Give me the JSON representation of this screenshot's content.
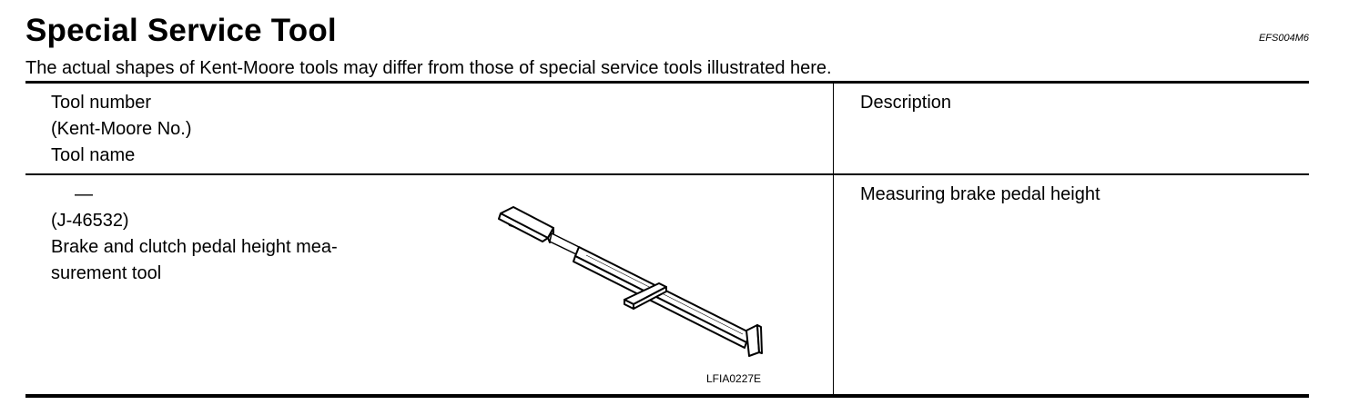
{
  "document": {
    "title": "Special Service Tool",
    "code": "EFS004M6",
    "note": "The actual shapes of Kent-Moore tools may differ from those of special service tools illustrated here."
  },
  "table": {
    "header": {
      "left_line1": "Tool number",
      "left_line2": "(Kent-Moore No.)",
      "left_line3": "Tool name",
      "right": "Description"
    },
    "rows": [
      {
        "tool_number": "—",
        "kent_moore_no": "(J-46532)",
        "tool_name_line1": "Brake and clutch pedal height mea-",
        "tool_name_line2": "surement tool",
        "figure_code": "LFIA0227E",
        "description": "Measuring brake pedal height"
      }
    ]
  }
}
